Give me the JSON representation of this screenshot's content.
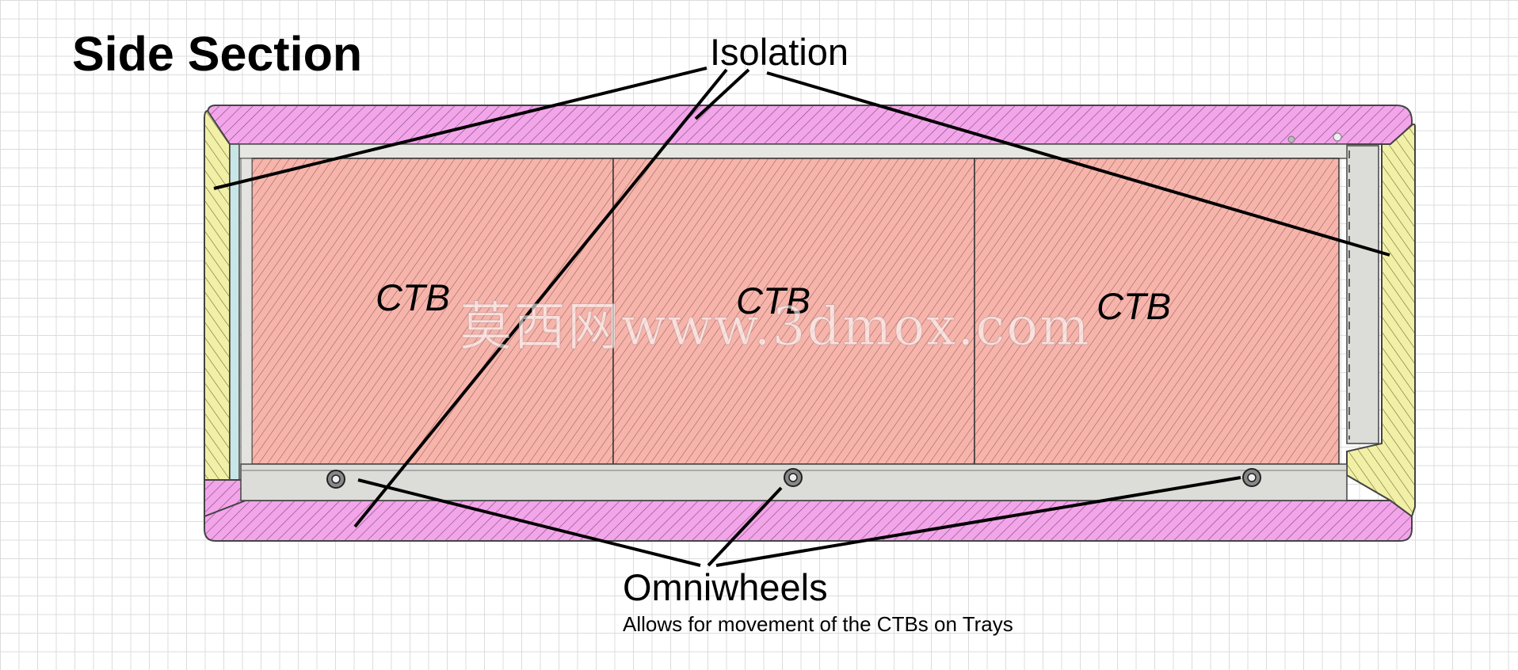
{
  "title": "Side Section",
  "labels": {
    "isolation": "Isolation",
    "omniwheels": "Omniwheels",
    "omniwheels_description": "Allows for movement of the CTBs on Trays"
  },
  "compartments": [
    {
      "label": "CTB"
    },
    {
      "label": "CTB"
    },
    {
      "label": "CTB"
    }
  ],
  "watermark": "莫西网www.3dmox.com",
  "icons": [
    "omniwheel-icon",
    "omniwheel-icon",
    "omniwheel-icon"
  ],
  "colors": {
    "isolation_fill": "#f0a0e8",
    "ctb_fill": "#f5b0a8",
    "end_cap_fill": "#f0eea0",
    "tray_fill": "#dcdcd8",
    "grid": "#dcdcdc"
  }
}
